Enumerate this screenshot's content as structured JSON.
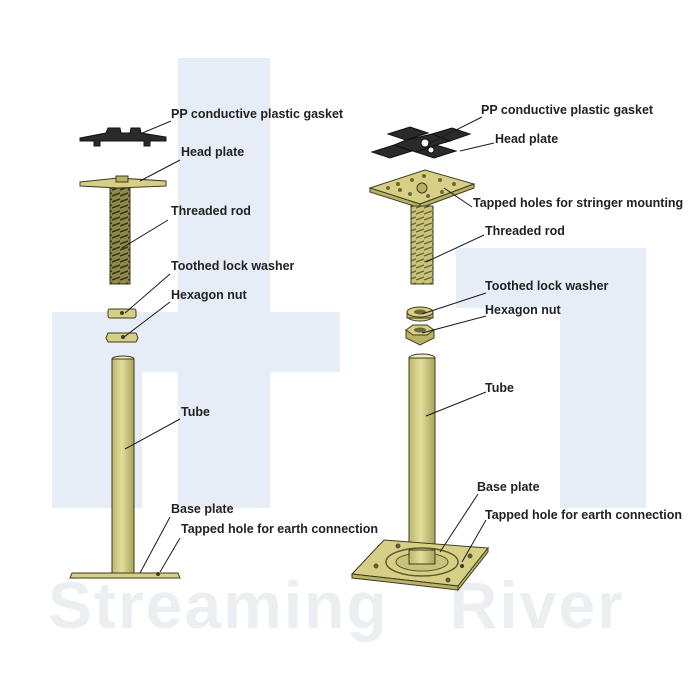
{
  "watermark": {
    "text": "Streaming   River"
  },
  "left_assembly": {
    "labels": {
      "gasket": "PP conductive plastic gasket",
      "head_plate": "Head plate",
      "threaded_rod": "Threaded rod",
      "washer": "Toothed lock washer",
      "nut": "Hexagon nut",
      "tube": "Tube",
      "base_plate": "Base plate",
      "earth_hole": "Tapped hole for earth connection"
    }
  },
  "right_assembly": {
    "labels": {
      "gasket": "PP conductive plastic gasket",
      "head_plate": "Head plate",
      "stringer_holes": "Tapped holes for stringer mounting",
      "threaded_rod": "Threaded rod",
      "washer": "Toothed lock washer",
      "nut": "Hexagon nut",
      "tube": "Tube",
      "base_plate": "Base plate",
      "earth_hole": "Tapped hole for earth connection"
    }
  },
  "colors": {
    "brass": "#d6cf85",
    "brass_dark": "#b9b165",
    "gasket": "#2a2a2a",
    "background_logo": "#e6edf6",
    "label_text": "#222222"
  }
}
